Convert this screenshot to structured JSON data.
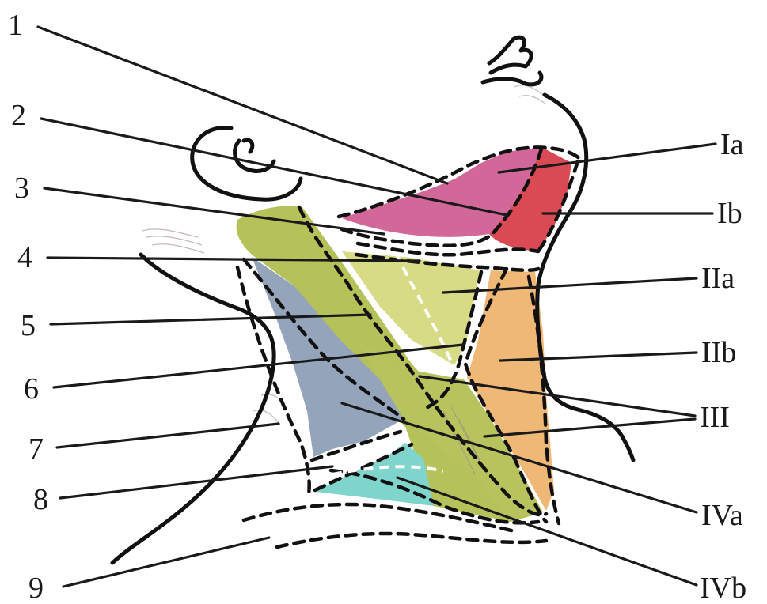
{
  "left_labels": [
    "1",
    "2",
    "3",
    "4",
    "5",
    "6",
    "7",
    "8",
    "9"
  ],
  "right_labels": [
    "Ia",
    "Ib",
    "IIa",
    "IIb",
    "III",
    "IVa",
    "IVb"
  ],
  "colors": {
    "Ia": "#d2679a",
    "Ib": "#d94a55",
    "IIa": "#d8db86",
    "IIb": "#efb876",
    "III": "#b8c35e",
    "sternocleidomastoid": "#b5c25a",
    "IVa": "#94a5bb",
    "IVb": "#7fd5cc",
    "outline": "#111111"
  }
}
